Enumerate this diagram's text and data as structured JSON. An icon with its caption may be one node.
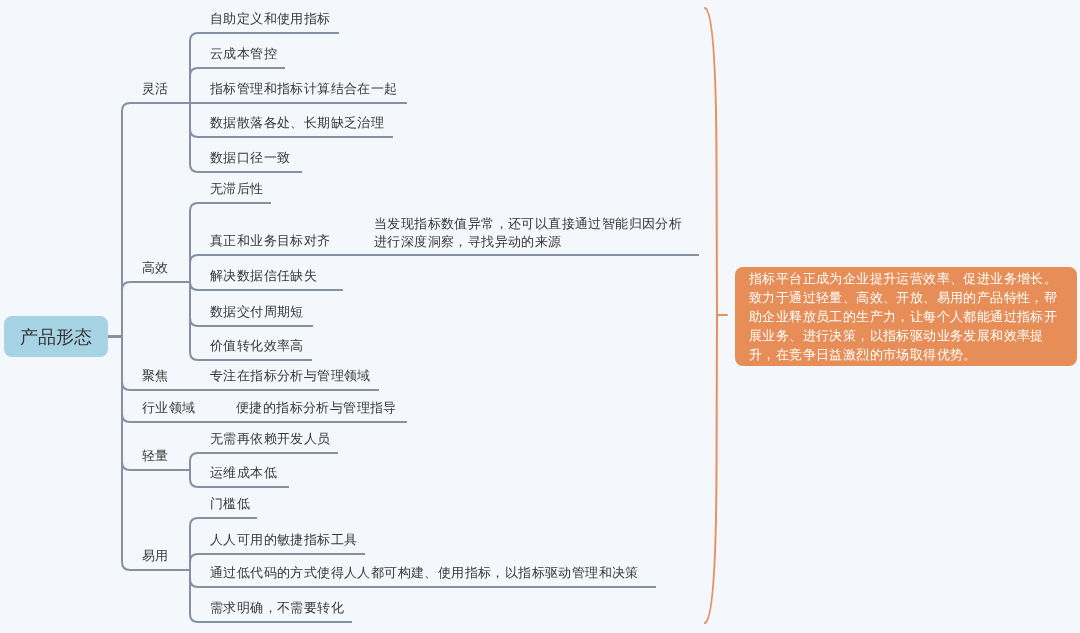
{
  "diagram": {
    "nodes": [
      {
        "text": [
          "产品形态"
        ]
      },
      {
        "text": [
          "灵活"
        ]
      },
      {
        "text": [
          "自助定义和使用指标"
        ]
      },
      {
        "text": [
          "云成本管控"
        ]
      },
      {
        "text": [
          "指标管理和指标计算结合在一起"
        ]
      },
      {
        "text": [
          "数据散落各处、长期缺乏治理"
        ]
      },
      {
        "text": [
          "数据口径一致"
        ]
      },
      {
        "text": [
          "高效"
        ]
      },
      {
        "text": [
          "无滞后性"
        ]
      },
      {
        "text": [
          "真正和业务目标对齐"
        ]
      },
      {
        "text": [
          "当发现指标数值异常，还可以直接通过智能归因分析进行深度洞察，寻找异动的来源"
        ]
      },
      {
        "text": [
          "解决数据信任缺失"
        ]
      },
      {
        "text": [
          "数据交付周期短"
        ]
      },
      {
        "text": [
          "价值转化效率高"
        ]
      },
      {
        "text": [
          "聚焦"
        ]
      },
      {
        "text": [
          "专注在指标分析与管理领域"
        ]
      },
      {
        "text": [
          "行业领域"
        ]
      },
      {
        "text": [
          "便捷的指标分析与管理指导"
        ]
      },
      {
        "text": [
          "轻量"
        ]
      },
      {
        "text": [
          "无需再依赖开发人员"
        ]
      },
      {
        "text": [
          "运维成本低"
        ]
      },
      {
        "text": [
          "易用"
        ]
      },
      {
        "text": [
          "门槛低"
        ]
      },
      {
        "text": [
          "人人可用的敏捷指标工具"
        ]
      },
      {
        "text": [
          "通过低代码的方式使得人人都可构建、使用指标，以指标驱动管理和决策"
        ]
      },
      {
        "text": [
          "需求明确，不需要转化"
        ]
      },
      {
        "text": [
          "指标平台正成为企业提升运营效率、促进业务增长。致力于通过轻量、高效、开放、易用的产品特性，帮助企业释放员工的生产力，让每个人都能通过指标开展业务、进行决策，以指标驱动业务发展和效率提升，在竞争日益激烈的市场取得优势。"
        ]
      }
    ],
    "edges": [
      {
        "from": 0,
        "to": 1,
        "arrow": "none"
      },
      {
        "from": 1,
        "to": 2,
        "arrow": "none"
      },
      {
        "from": 1,
        "to": 3,
        "arrow": "none"
      },
      {
        "from": 1,
        "to": 4,
        "arrow": "none"
      },
      {
        "from": 1,
        "to": 5,
        "arrow": "none"
      },
      {
        "from": 1,
        "to": 6,
        "arrow": "none"
      },
      {
        "from": 0,
        "to": 7,
        "arrow": "none"
      },
      {
        "from": 7,
        "to": 8,
        "arrow": "none"
      },
      {
        "from": 7,
        "to": 9,
        "arrow": "none"
      },
      {
        "from": 9,
        "to": 10,
        "arrow": "none"
      },
      {
        "from": 7,
        "to": 11,
        "arrow": "none"
      },
      {
        "from": 7,
        "to": 12,
        "arrow": "none"
      },
      {
        "from": 7,
        "to": 13,
        "arrow": "none"
      },
      {
        "from": 0,
        "to": 14,
        "arrow": "none"
      },
      {
        "from": 14,
        "to": 15,
        "arrow": "none"
      },
      {
        "from": 0,
        "to": 16,
        "arrow": "none"
      },
      {
        "from": 16,
        "to": 17,
        "arrow": "none"
      },
      {
        "from": 0,
        "to": 18,
        "arrow": "none"
      },
      {
        "from": 18,
        "to": 19,
        "arrow": "none"
      },
      {
        "from": 18,
        "to": 20,
        "arrow": "none"
      },
      {
        "from": 0,
        "to": 21,
        "arrow": "none"
      },
      {
        "from": 21,
        "to": 22,
        "arrow": "none"
      },
      {
        "from": 21,
        "to": 23,
        "arrow": "none"
      },
      {
        "from": 21,
        "to": 24,
        "arrow": "none"
      },
      {
        "from": 21,
        "to": 25,
        "arrow": "none"
      }
    ]
  }
}
